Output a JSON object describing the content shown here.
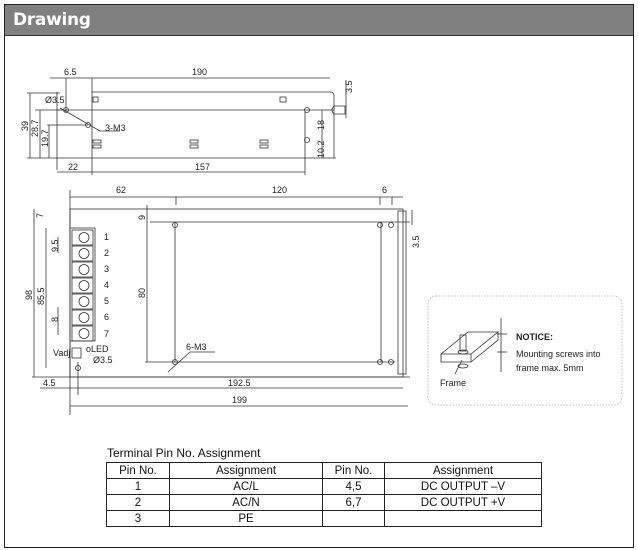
{
  "header": {
    "title": "Drawing"
  },
  "top_view": {
    "dims": {
      "d6_5": "6.5",
      "d190": "190",
      "d3_5": "3.5",
      "dia3_5": "Ø3.5",
      "m3": "3-M3",
      "d39": "39",
      "d28_7": "28.7",
      "d19_7": "19.7",
      "d18": "18",
      "d10_2": "10.2",
      "d22": "22",
      "d157": "157"
    }
  },
  "front_view": {
    "dims": {
      "d62": "62",
      "d120": "120",
      "d6": "6",
      "d7": "7",
      "d9": "9",
      "d9_5": "9.5",
      "d98": "98",
      "d85_5": "85.5",
      "d8": "8",
      "d80": "80",
      "m3": "6-M3",
      "d4_5": "4.5",
      "d192_5": "192.5",
      "d199": "199",
      "d3_5": "3.5",
      "dia3_5": "Ø3.5"
    },
    "terminals": [
      "1",
      "2",
      "3",
      "4",
      "5",
      "6",
      "7"
    ],
    "vadj": "Vadj",
    "led": "oLED"
  },
  "notice": {
    "title": "NOTICE:",
    "line1": "Mounting screws into",
    "line2": "frame max. 5mm",
    "frame_label": "Frame"
  },
  "pin_table": {
    "title": "Terminal Pin No. Assignment",
    "headers": [
      "Pin No.",
      "Assignment",
      "Pin No.",
      "Assignment"
    ],
    "rows": [
      [
        "1",
        "AC/L",
        "4,5",
        "DC OUTPUT –V"
      ],
      [
        "2",
        "AC/N",
        "6,7",
        "DC OUTPUT +V"
      ],
      [
        "3",
        "PE",
        "",
        ""
      ]
    ]
  }
}
